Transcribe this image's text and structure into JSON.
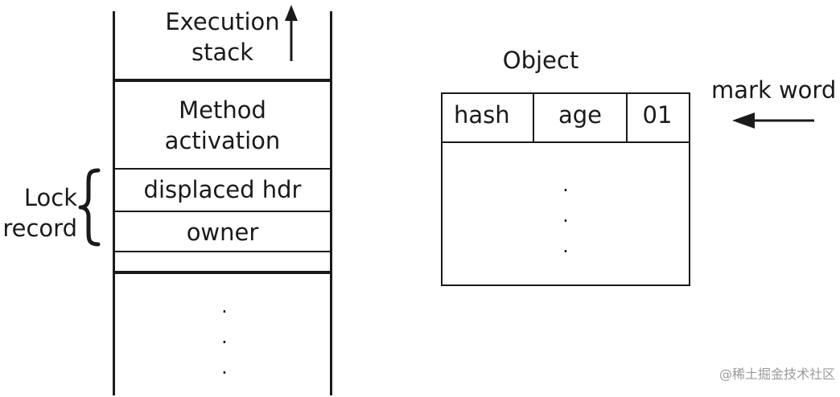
{
  "stack": {
    "execution_stack_line1": "Execution",
    "execution_stack_line2": "stack",
    "method_activation_line1": "Method",
    "method_activation_line2": "activation",
    "displaced_hdr": "displaced hdr",
    "owner": "owner",
    "ellipsis_dot": "."
  },
  "lock_record": {
    "line1": "Lock",
    "line2": "record"
  },
  "object": {
    "title": "Object",
    "mark_word_fields": {
      "hash": "hash",
      "age": "age",
      "lock_bits": "01"
    },
    "ellipsis_dot": "."
  },
  "mark_word_label": "mark word",
  "watermark": "@稀土掘金技术社区",
  "colors": {
    "line": "#1a1a1a",
    "text": "#1a1a1a",
    "watermark": "#9a9a9a",
    "background": "#ffffff"
  },
  "icons": {
    "stack_growth": "up-arrow-icon",
    "mark_word_pointer": "left-arrow-icon",
    "lock_record_grouping": "curly-brace-icon"
  }
}
